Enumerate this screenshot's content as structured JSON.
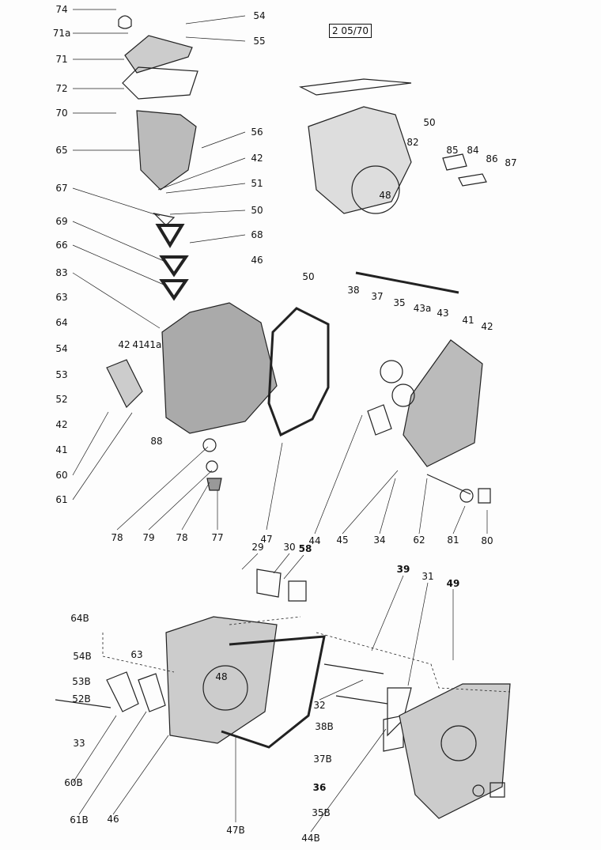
{
  "reference_box": "2 05/70",
  "labels": [
    "74",
    "71a",
    "71",
    "72",
    "70",
    "65",
    "67",
    "69",
    "66",
    "83",
    "63",
    "64",
    "54",
    "53",
    "52",
    "42",
    "41",
    "60",
    "61",
    "54",
    "55",
    "56",
    "42",
    "51",
    "50",
    "68",
    "46",
    "50",
    "42",
    "41",
    "41a",
    "88",
    "78",
    "79",
    "78",
    "77",
    "47",
    "44",
    "45",
    "34",
    "62",
    "81",
    "80",
    "50",
    "82",
    "85",
    "84",
    "86",
    "87",
    "48",
    "38",
    "37",
    "35",
    "43a",
    "43",
    "41",
    "42",
    "29",
    "30",
    "58",
    "39",
    "31",
    "49",
    "64B",
    "54B",
    "53B",
    "63",
    "48",
    "52B",
    "33",
    "60B",
    "61B",
    "46",
    "47B",
    "32",
    "38B",
    "37B",
    "36",
    "35B",
    "44B"
  ]
}
